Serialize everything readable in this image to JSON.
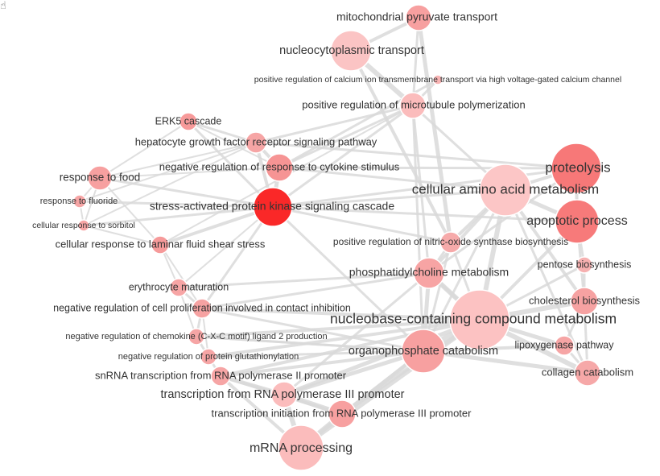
{
  "cursor_icon": "hand-cursor-icon",
  "graph": {
    "nodes": [
      {
        "id": "mito",
        "label": "mitochondrial pyruvate transport"
      },
      {
        "id": "nucleo",
        "label": "nucleocytoplasmic transport"
      },
      {
        "id": "calcium",
        "label": "positive regulation of calcium ion transmembrane transport via high voltage-gated calcium channel"
      },
      {
        "id": "micro",
        "label": "positive regulation of microtubule polymerization"
      },
      {
        "id": "erk5",
        "label": "ERK5 cascade"
      },
      {
        "id": "hgf",
        "label": "hepatocyte growth factor receptor signaling pathway"
      },
      {
        "id": "neg_cyto",
        "label": "negative regulation of response to cytokine stimulus"
      },
      {
        "id": "food",
        "label": "response to food"
      },
      {
        "id": "fluoride",
        "label": "response to fluoride"
      },
      {
        "id": "sorbitol",
        "label": "cellular response to sorbitol"
      },
      {
        "id": "sapk",
        "label": "stress-activated protein kinase signaling cascade"
      },
      {
        "id": "laminar",
        "label": "cellular response to laminar fluid shear stress"
      },
      {
        "id": "proteolysis",
        "label": "proteolysis"
      },
      {
        "id": "amino",
        "label": "cellular amino acid metabolism"
      },
      {
        "id": "apoptotic",
        "label": "apoptotic process"
      },
      {
        "id": "nitric",
        "label": "positive regulation of nitric-oxide synthase biosynthesis"
      },
      {
        "id": "pentose",
        "label": "pentose biosynthesis"
      },
      {
        "id": "phosphat",
        "label": "phosphatidylcholine metabolism"
      },
      {
        "id": "erythro",
        "label": "erythrocyte maturation"
      },
      {
        "id": "cholesterol",
        "label": "cholesterol biosynthesis"
      },
      {
        "id": "negprolif",
        "label": "negative regulation of cell proliferation involved in contact inhibition"
      },
      {
        "id": "nucleobase",
        "label": "nucleobase-containing compound metabolism"
      },
      {
        "id": "chemokine",
        "label": "negative regulation of chemokine (C-X-C motif) ligand 2 production"
      },
      {
        "id": "lipox",
        "label": "lipoxygenase pathway"
      },
      {
        "id": "glutath",
        "label": "negative regulation of protein glutathionylation"
      },
      {
        "id": "organo",
        "label": "organophosphate catabolism"
      },
      {
        "id": "collagen",
        "label": "collagen catabolism"
      },
      {
        "id": "snrna",
        "label": "snRNA transcription from RNA polymerase II promoter"
      },
      {
        "id": "transcIII",
        "label": "transcription from RNA polymerase III promoter"
      },
      {
        "id": "initIII",
        "label": "transcription initiation from RNA polymerase III promoter"
      },
      {
        "id": "mrna",
        "label": "mRNA processing"
      }
    ]
  }
}
